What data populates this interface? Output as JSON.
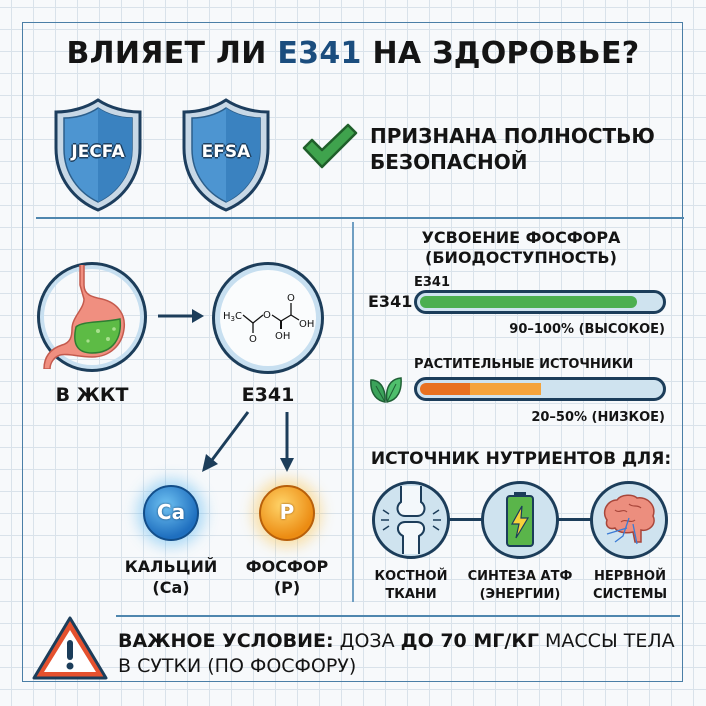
{
  "title": {
    "prefix": "ВЛИЯЕТ ЛИ ",
    "highlight": "E341",
    "suffix": " НА ЗДОРОВЬЕ?"
  },
  "approval": {
    "shields": [
      {
        "label": "JECFA",
        "icon": "shield-icon"
      },
      {
        "label": "EFSA",
        "icon": "shield-icon"
      }
    ],
    "check_icon": "check-icon",
    "status_line1": "ПРИЗНАНА ПОЛНОСТЬЮ",
    "status_line2": "БЕЗОПАСНОЙ"
  },
  "flow": {
    "step1": {
      "label": "В ЖКТ",
      "icon": "stomach-icon"
    },
    "step2": {
      "label": "E341",
      "icon": "molecule-icon",
      "formula": {
        "left": "H₃C",
        "o1": "O",
        "o2": "O",
        "oh1": "OH",
        "oh2": "OH",
        "o3": "O"
      }
    },
    "products": [
      {
        "symbol": "Ca",
        "label_line1": "КАЛЬЦИЙ",
        "label_line2": "(Ca)",
        "color": "#2a86cf"
      },
      {
        "symbol": "P",
        "label_line1": "ФОСФОР",
        "label_line2": "(P)",
        "color": "#f0a020"
      }
    ]
  },
  "bioavailability": {
    "title_line1": "УСВОЕНИЕ ФОСФОРА",
    "title_line2": "(БИОДОСТУПНОСТЬ)",
    "bars": [
      {
        "caption": "E341",
        "side_label": "E341",
        "value_text": "90–100% (ВЫСОКОЕ)",
        "fill_pct": 88,
        "color": "#4caf50"
      },
      {
        "caption": "РАСТИТЕЛЬНЫЕ ИСТОЧНИКИ",
        "side_icon": "leaf-icon",
        "value_text": "20–50% (НИЗКОЕ)",
        "fill_pct_low": 20,
        "fill_pct_high": 48,
        "color_low": "#e8711f",
        "color_high": "#f5a33b"
      }
    ]
  },
  "nutrients": {
    "title": "ИСТОЧНИК НУТРИЕНТОВ ДЛЯ:",
    "items": [
      {
        "icon": "bone-joint-icon",
        "line1": "КОСТНОЙ",
        "line2": "ТКАНИ"
      },
      {
        "icon": "battery-icon",
        "line1": "СИНТЕЗА АТФ",
        "line2": "(ЭНЕРГИИ)"
      },
      {
        "icon": "brain-icon",
        "line1": "НЕРВНОЙ",
        "line2": "СИСТЕМЫ"
      }
    ]
  },
  "warning": {
    "icon": "warning-icon",
    "bold1": "ВАЖНОЕ УСЛОВИЕ:",
    "normal1": " ДОЗА ",
    "bold2": "ДО 70 МГ/КГ",
    "normal2": " МАССЫ ТЕЛА",
    "line2": "В СУТКИ (ПО ФОСФОРУ)"
  },
  "colors": {
    "accent": "#1b4d7e",
    "frame": "#4a7ea6",
    "green": "#4caf50",
    "orange": "#e8711f",
    "warning_red": "#e5512e"
  }
}
